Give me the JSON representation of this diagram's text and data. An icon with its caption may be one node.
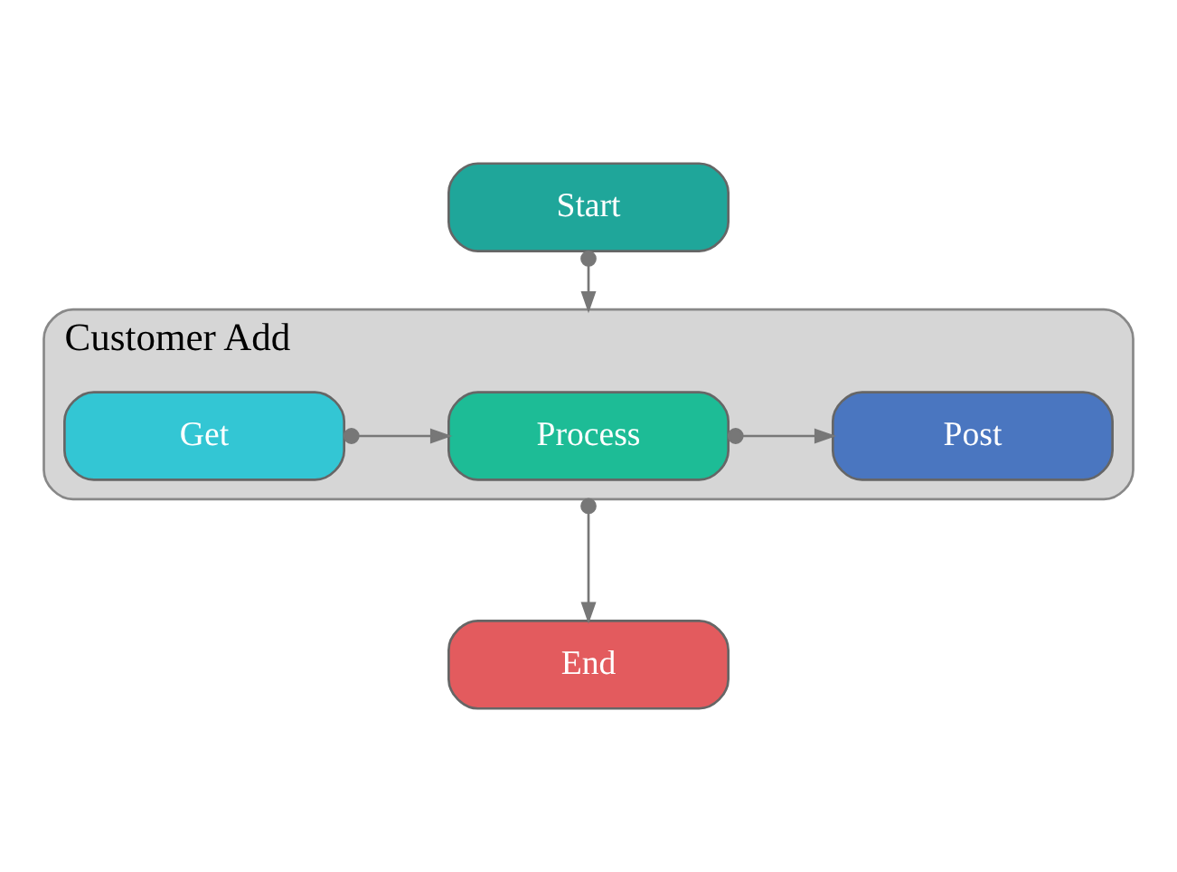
{
  "diagram": {
    "nodes": [
      {
        "text": [
          "Start"
        ]
      },
      {
        "text": [
          "Customer Add"
        ]
      },
      {
        "text": [
          "Get"
        ],
        "in": 1
      },
      {
        "text": [
          "Process"
        ],
        "in": 1
      },
      {
        "text": [
          "Post"
        ],
        "in": 1
      },
      {
        "text": [
          "End"
        ]
      }
    ],
    "edges": [
      {
        "from": 0,
        "to": 1,
        "arrow": "to"
      },
      {
        "from": 2,
        "to": 3,
        "arrow": "to"
      },
      {
        "from": 3,
        "to": 4,
        "arrow": "to"
      },
      {
        "from": 1,
        "to": 5,
        "arrow": "to"
      }
    ]
  }
}
